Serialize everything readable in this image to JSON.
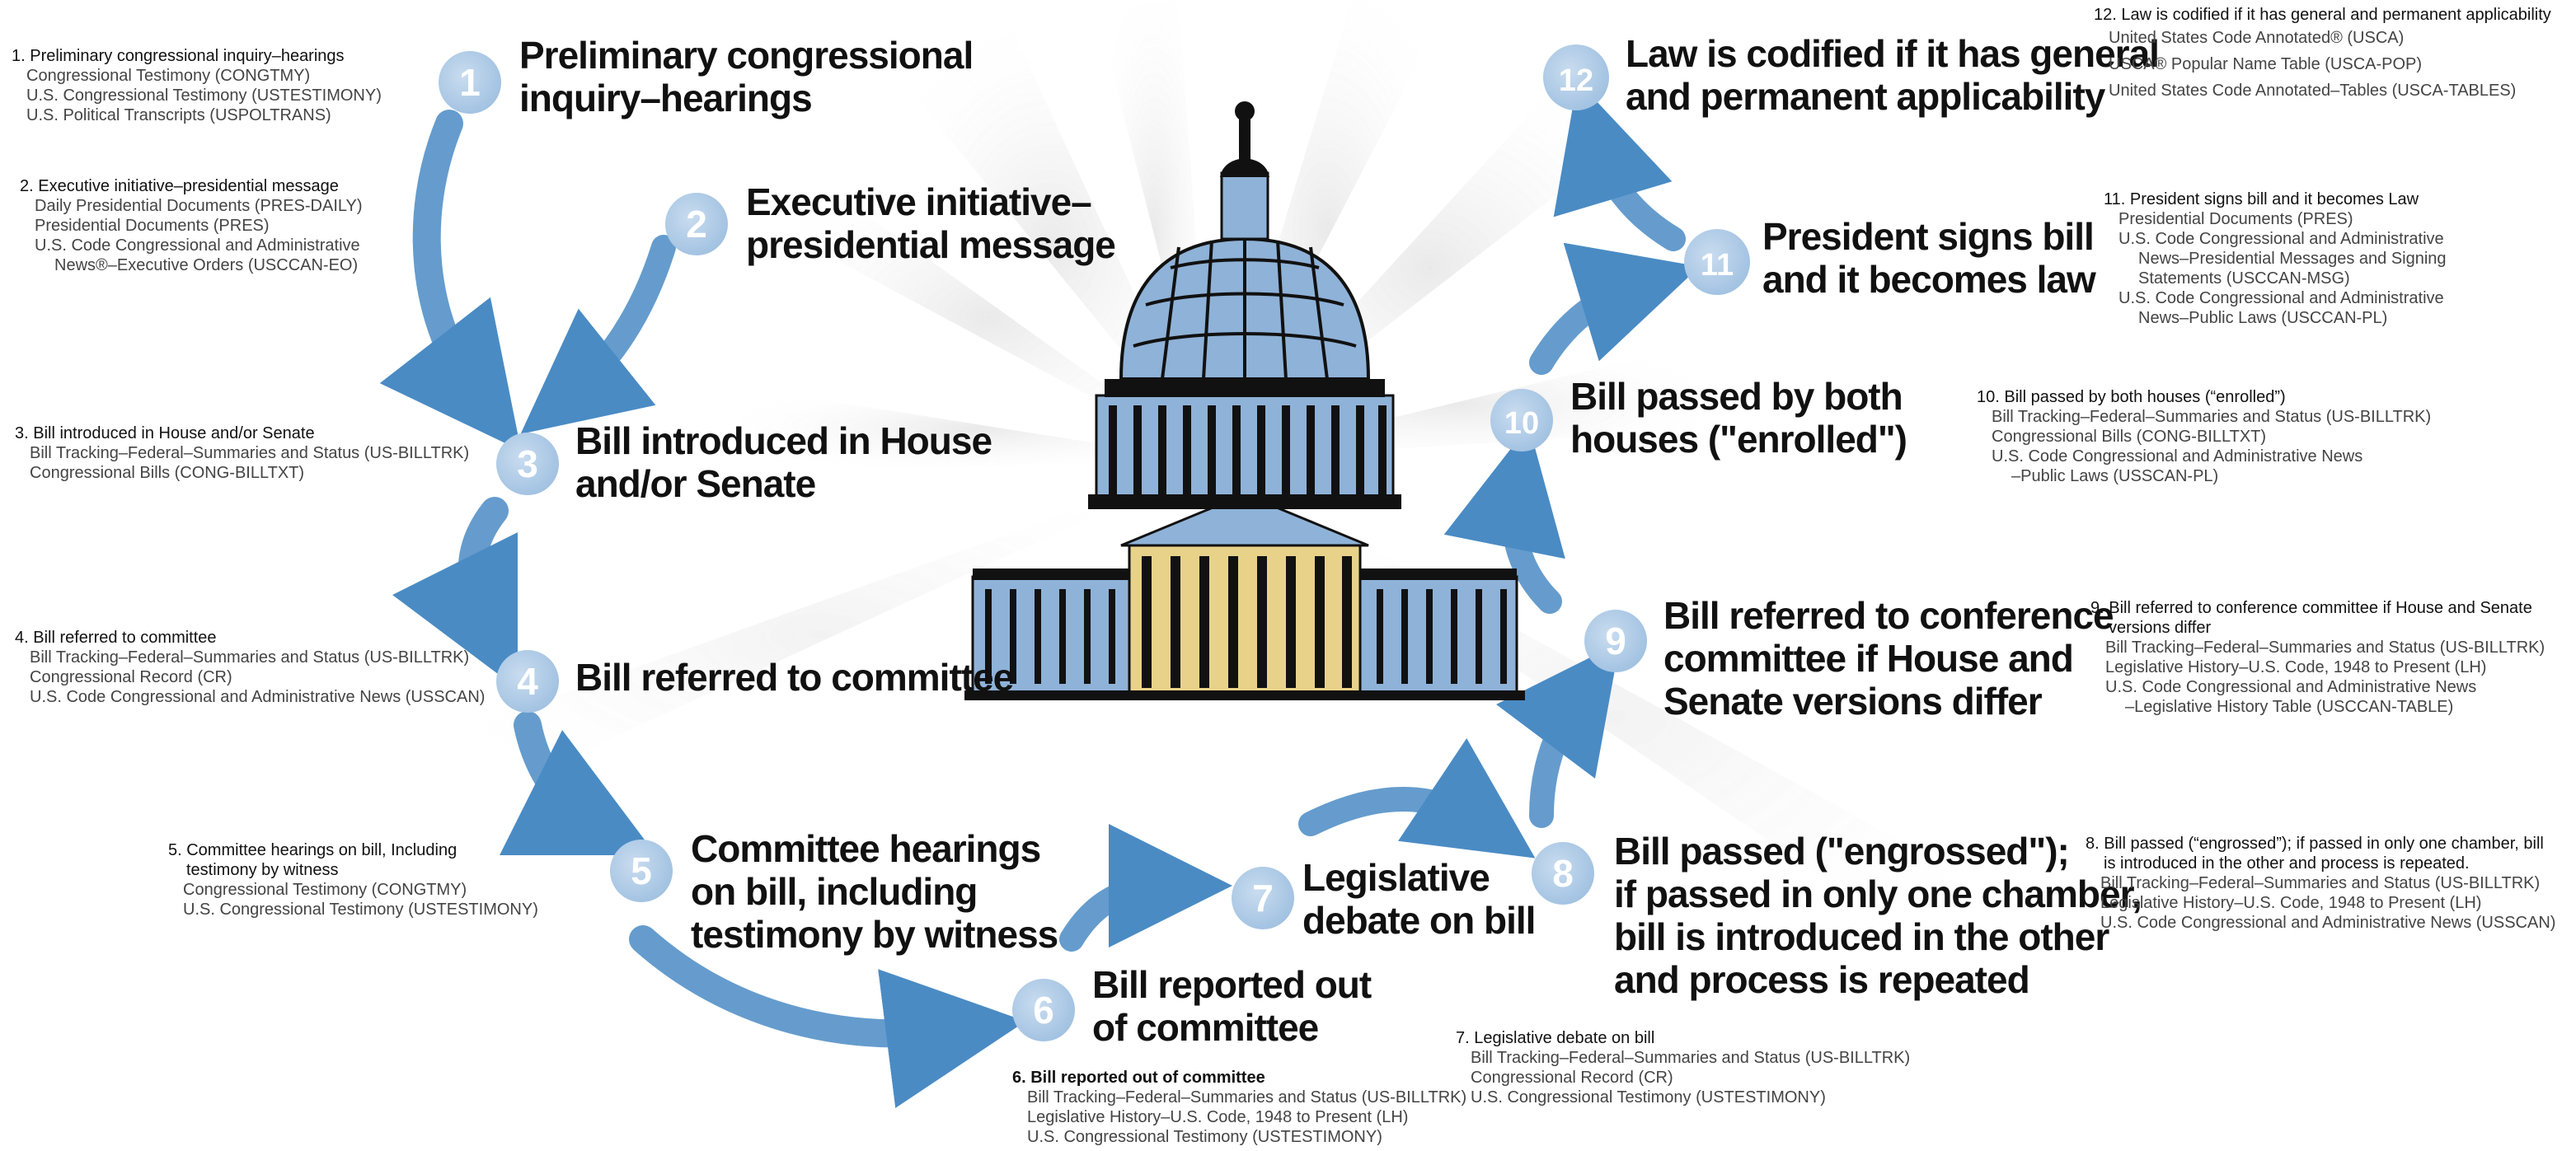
{
  "colors": {
    "arrow": "#4a8bc4",
    "circle": "#a9c6e4",
    "ray": "#ececec",
    "dome_blue": "#8fb2d8",
    "dome_dark": "#111111",
    "gold": "#e8d28a"
  },
  "steps": [
    {
      "num": "1",
      "lines": [
        "Preliminary congressional",
        "inquiry–hearings"
      ]
    },
    {
      "num": "2",
      "lines": [
        "Executive initiative–",
        "presidential message"
      ]
    },
    {
      "num": "3",
      "lines": [
        "Bill introduced in House",
        "and/or Senate"
      ]
    },
    {
      "num": "4",
      "lines": [
        "Bill referred to committee"
      ]
    },
    {
      "num": "5",
      "lines": [
        "Committee hearings",
        "on bill, including",
        "testimony by witness"
      ]
    },
    {
      "num": "6",
      "lines": [
        "Bill reported out",
        "of committee"
      ]
    },
    {
      "num": "7",
      "lines": [
        "Legislative",
        "debate on bill"
      ]
    },
    {
      "num": "8",
      "lines": [
        "Bill passed (\"engrossed\");",
        "if passed in only one chamber,",
        "bill is introduced in the other",
        "and process is repeated"
      ]
    },
    {
      "num": "9",
      "lines": [
        "Bill referred to conference",
        "committee if House and",
        "Senate versions differ"
      ]
    },
    {
      "num": "10",
      "lines": [
        "Bill passed by both",
        "houses (\"enrolled\")"
      ]
    },
    {
      "num": "11",
      "lines": [
        "President signs bill",
        "and it becomes law"
      ]
    },
    {
      "num": "12",
      "lines": [
        "Law is codified if it has general",
        "and permanent applicability"
      ]
    }
  ],
  "notes": {
    "n1": {
      "title": "1. Preliminary congressional inquiry–hearings",
      "items": [
        "Congressional Testimony (CONGTMY)",
        "U.S. Congressional Testimony (USTESTIMONY)",
        "U.S. Political Transcripts (USPOLTRANS)"
      ]
    },
    "n2": {
      "title": "2. Executive initiative–presidential message",
      "items": [
        "Daily Presidential Documents (PRES-DAILY)",
        "Presidential Documents (PRES)",
        "U.S. Code Congressional and Administrative",
        "News®–Executive Orders (USCCAN-EO)"
      ]
    },
    "n3": {
      "title": "3. Bill introduced in House and/or Senate",
      "items": [
        "Bill Tracking–Federal–Summaries and Status (US-BILLTRK)",
        "Congressional Bills (CONG-BILLTXT)"
      ]
    },
    "n4": {
      "title": "4. Bill referred to committee",
      "items": [
        "Bill Tracking–Federal–Summaries and Status (US-BILLTRK)",
        "Congressional Record (CR)",
        "U.S. Code Congressional and Administrative News (USSCAN)"
      ]
    },
    "n5": {
      "title": "5. Committee hearings on bill, Including",
      "title2": "testimony by witness",
      "items": [
        "Congressional Testimony (CONGTMY)",
        "U.S. Congressional Testimony (USTESTIMONY)"
      ]
    },
    "n6": {
      "title": "6. Bill reported out of committee",
      "items": [
        "Bill Tracking–Federal–Summaries and Status (US-BILLTRK)",
        "Legislative History–U.S. Code, 1948 to Present (LH)",
        "U.S. Congressional Testimony (USTESTIMONY)"
      ]
    },
    "n7": {
      "title": "7. Legislative debate on bill",
      "items": [
        "Bill Tracking–Federal–Summaries and Status (US-BILLTRK)",
        "Congressional Record (CR)",
        "U.S. Congressional Testimony (USTESTIMONY)"
      ]
    },
    "n8": {
      "title": "8. Bill passed (“engrossed”); if passed in only one chamber, bill",
      "title2": "is introduced in the other and process is repeated.",
      "items": [
        "Bill Tracking–Federal–Summaries and Status (US-BILLTRK)",
        "Legislative History–U.S. Code, 1948 to Present (LH)",
        "U.S. Code Congressional and Administrative News (USSCAN)"
      ]
    },
    "n9": {
      "title": "9. Bill referred to conference committee if House and Senate",
      "title2": "versions differ",
      "items": [
        "Bill Tracking–Federal–Summaries and Status (US-BILLTRK)",
        "Legislative History–U.S. Code, 1948 to Present (LH)",
        "U.S. Code Congressional and Administrative News",
        "–Legislative History Table (USCCAN-TABLE)"
      ]
    },
    "n10": {
      "title": "10. Bill passed by both houses (“enrolled”)",
      "items": [
        "Bill Tracking–Federal–Summaries and Status (US-BILLTRK)",
        "Congressional Bills (CONG-BILLTXT)",
        "U.S. Code Congressional and Administrative News",
        "–Public Laws (USSCAN-PL)"
      ]
    },
    "n11": {
      "title": "11. President signs bill and it becomes Law",
      "items": [
        "Presidential Documents (PRES)",
        "U.S. Code Congressional and Administrative",
        "News–Presidential Messages and Signing",
        "Statements (USCCAN-MSG)",
        "U.S. Code Congressional and Administrative",
        "News–Public Laws (USCCAN-PL)"
      ]
    },
    "n12": {
      "title": "12. Law is codified if it has general and permanent applicability",
      "items": [
        "United States Code Annotated® (USCA)",
        "USCA® Popular Name Table (USCA-POP)",
        "United States Code Annotated–Tables (USCA-TABLES)"
      ]
    }
  }
}
